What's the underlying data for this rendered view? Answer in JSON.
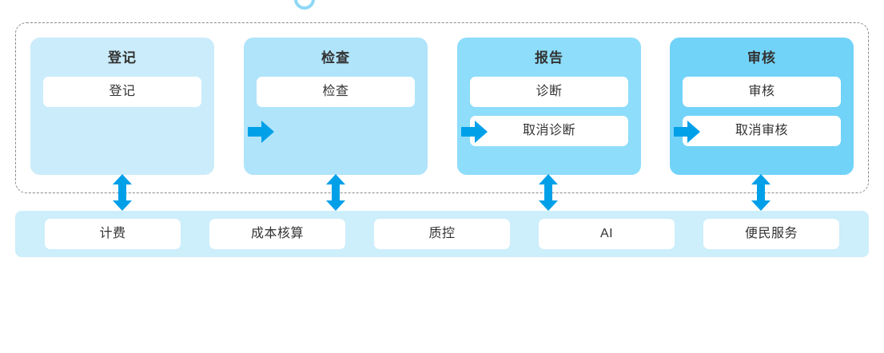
{
  "colors": {
    "arrow_blue": "#00a0e9",
    "dashed_border": "#8a8a8a",
    "support_bar_bg": "#cdeefb",
    "card_white": "#ffffff",
    "text_dark": "#333333",
    "stage_fills": [
      "#cbecfa",
      "#b0e4fb",
      "#8eddfa",
      "#72d3f8"
    ],
    "top_arc": "#8fd8f5"
  },
  "flow": {
    "stages": [
      {
        "title": "登记",
        "cards": [
          "登记"
        ]
      },
      {
        "title": "检查",
        "cards": [
          "检查"
        ]
      },
      {
        "title": "报告",
        "cards": [
          "诊断",
          "取消诊断"
        ]
      },
      {
        "title": "审核",
        "cards": [
          "审核",
          "取消审核"
        ]
      }
    ],
    "connectors": [
      {
        "icon": "arrow-right-icon",
        "from": "登记",
        "to": "检查"
      },
      {
        "icon": "arrow-right-icon",
        "from": "检查",
        "to": "报告"
      },
      {
        "icon": "arrow-right-icon",
        "from": "报告",
        "to": "审核"
      }
    ],
    "links": [
      {
        "icon": "arrow-up-down-icon",
        "stage": "登记"
      },
      {
        "icon": "arrow-up-down-icon",
        "stage": "检查"
      },
      {
        "icon": "arrow-up-down-icon",
        "stage": "报告"
      },
      {
        "icon": "arrow-up-down-icon",
        "stage": "审核"
      }
    ]
  },
  "support": {
    "items": [
      "计费",
      "成本核算",
      "质控",
      "AI",
      "便民服务"
    ]
  },
  "decoration": {
    "top_arc_icon": "circle-arc-icon"
  }
}
